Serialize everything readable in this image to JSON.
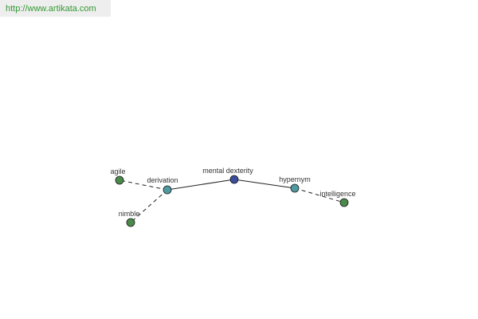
{
  "banner": {
    "url_text": "http://www.artikata.com"
  },
  "colors": {
    "banner_text": "#339933",
    "center_node": "#3a4e9c",
    "relation_node": "#4f9aa0",
    "leaf_node": "#4a8a4a",
    "edge": "#222222"
  },
  "graph": {
    "nodes": [
      {
        "id": "mental-dexterity",
        "label": "mental dexterity",
        "kind": "center"
      },
      {
        "id": "derivation",
        "label": "derivation",
        "kind": "relation"
      },
      {
        "id": "hypernym",
        "label": "hypernym",
        "kind": "relation"
      },
      {
        "id": "agile",
        "label": "agile",
        "kind": "leaf"
      },
      {
        "id": "nimble",
        "label": "nimble",
        "kind": "leaf"
      },
      {
        "id": "intelligence",
        "label": "intelligence",
        "kind": "leaf"
      }
    ],
    "edges": [
      {
        "from": "mental-dexterity",
        "to": "derivation",
        "style": "solid"
      },
      {
        "from": "mental-dexterity",
        "to": "hypernym",
        "style": "solid"
      },
      {
        "from": "derivation",
        "to": "agile",
        "style": "dashed"
      },
      {
        "from": "derivation",
        "to": "nimble",
        "style": "dashed"
      },
      {
        "from": "hypernym",
        "to": "intelligence",
        "style": "dashed"
      }
    ]
  }
}
